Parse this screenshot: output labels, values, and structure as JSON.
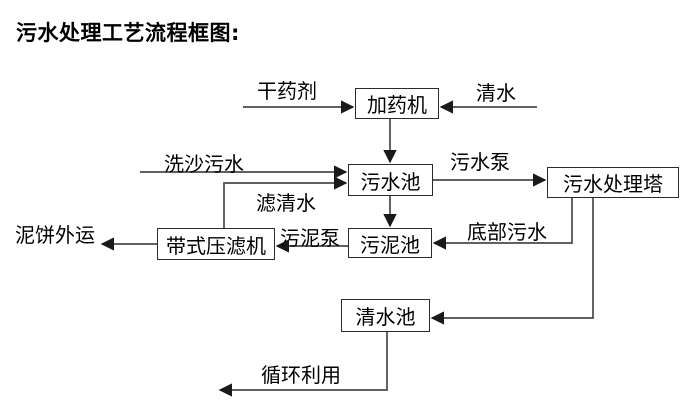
{
  "title": "污水处理工艺流程框图:",
  "nodes": {
    "doser": "加药机",
    "sewage_pool": "污水池",
    "treatment_tower": "污水处理塔",
    "belt_filter_press": "带式压滤机",
    "sludge_pool": "污泥池",
    "clean_water_pool": "清水池"
  },
  "flow_labels": {
    "dry_agent": "干药剂",
    "clean_water": "清水",
    "sand_washing_sewage": "洗沙污水",
    "filtered_water": "滤清水",
    "sewage_pump": "污水泵",
    "bottom_sewage": "底部污水",
    "sludge_pump": "污泥泵",
    "mud_cake_out": "泥饼外运",
    "recycle_use": "循环利用"
  },
  "colors": {
    "line": "#4a4a4a",
    "arrow": "#1a1a1a",
    "box_border": "#2b2b2b",
    "text": "#000000",
    "background": "#ffffff"
  }
}
